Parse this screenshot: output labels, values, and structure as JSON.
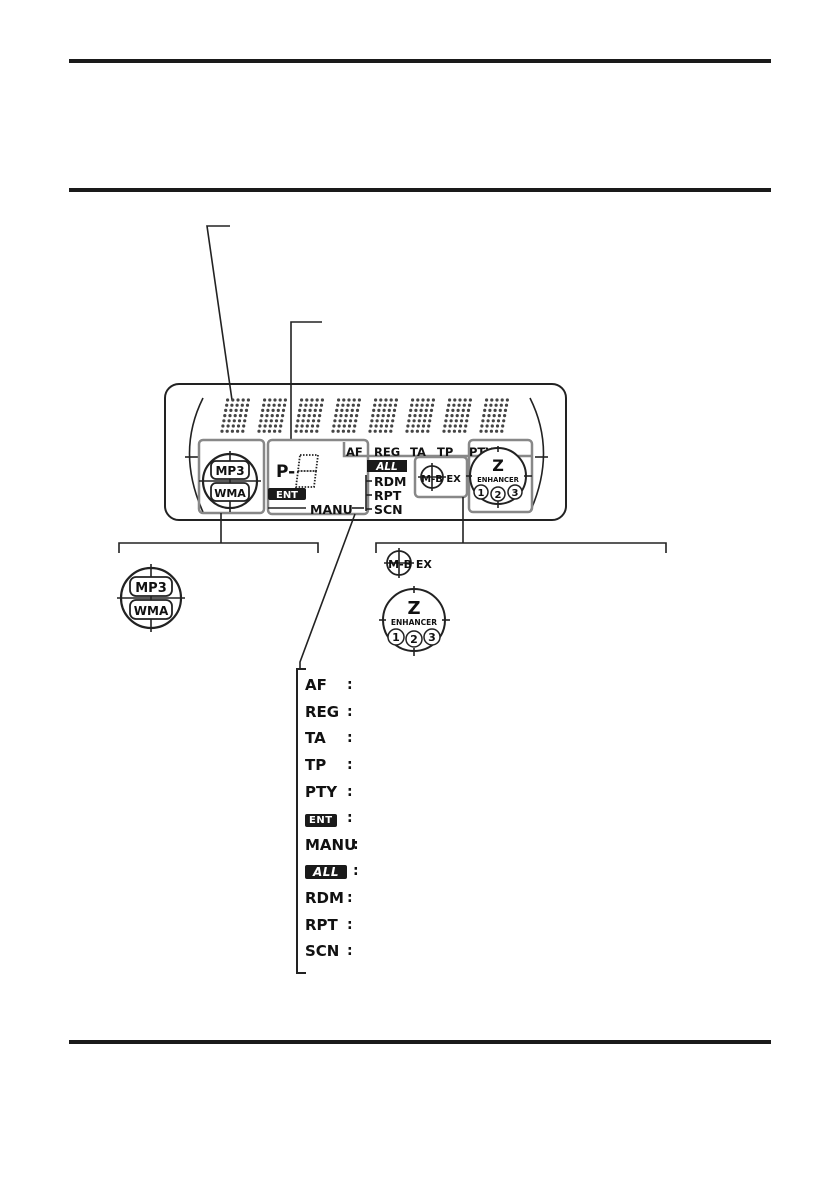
{
  "display": {
    "preset_prefix": "P-",
    "rds_indicators": [
      "AF",
      "REG",
      "TA",
      "TP",
      "PTY"
    ],
    "all_badge": "ALL",
    "play_modes": [
      "RDM",
      "RPT",
      "SCN"
    ],
    "ent_badge": "ENT",
    "manu": "MANU",
    "mbex": "M-B EX",
    "enhancer_z": "Z",
    "enhancer_label": "ENHANCER",
    "enhancer_levels": [
      "1",
      "2",
      "3"
    ],
    "format_top": "MP3",
    "format_bottom": "WMA"
  },
  "callouts": {
    "format_badge_top": "MP3",
    "format_badge_bottom": "WMA",
    "mbex": "M-B EX",
    "enhancer_z": "Z",
    "enhancer_label": "ENHANCER",
    "enhancer_levels": [
      "1",
      "2",
      "3"
    ]
  },
  "legend": {
    "items": [
      {
        "key": "AF",
        "sep": ":"
      },
      {
        "key": "REG",
        "sep": ":"
      },
      {
        "key": "TA",
        "sep": ":"
      },
      {
        "key": "TP",
        "sep": ":"
      },
      {
        "key": "PTY",
        "sep": ":"
      },
      {
        "key": "ENT",
        "sep": ":"
      },
      {
        "key": "MANU",
        "sep": ":"
      },
      {
        "key": "ALL",
        "sep": ":"
      },
      {
        "key": "RDM",
        "sep": ":"
      },
      {
        "key": "RPT",
        "sep": ":"
      },
      {
        "key": "SCN",
        "sep": ":"
      }
    ]
  }
}
